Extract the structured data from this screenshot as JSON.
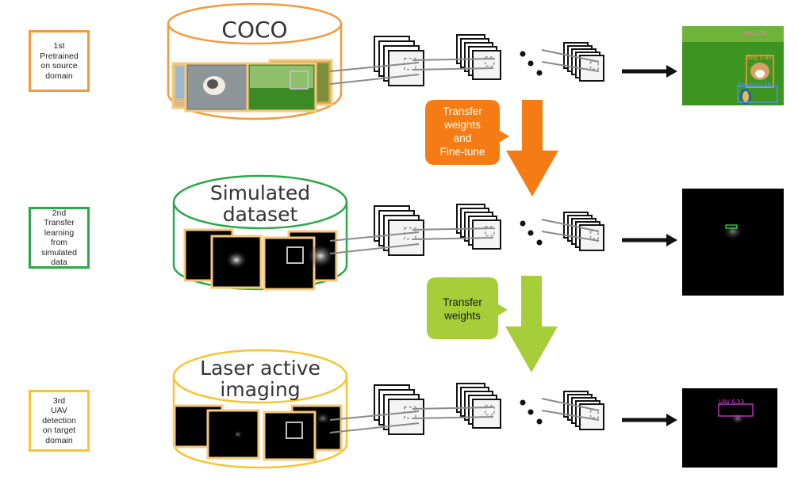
{
  "stages": [
    {
      "label": "1st\nPretrained\non source\ndomain",
      "color": "#f39a3c"
    },
    {
      "label": "2nd\nTransfer\nlearning\nfrom\nsimulated\ndata",
      "color": "#2aa84a"
    },
    {
      "label": "3rd\nUAV\ndetection\non target\ndomain",
      "color": "#f7c530"
    }
  ],
  "datasets": [
    {
      "title": "COCO"
    },
    {
      "title": "Simulated\ndataset"
    },
    {
      "title": "Laser active\nimaging"
    }
  ],
  "transfers": [
    {
      "label": "Transfer\nweights\nand\nFine-tune",
      "color": "#f57c14",
      "text_color": "#ffffff"
    },
    {
      "label": "Transfer\nweights",
      "color": "#a6ce38",
      "text_color": "#1a1a1a"
    }
  ],
  "outputs": [
    {
      "detections": [
        {
          "label": "cat 0.72",
          "color": "#ff6fcf"
        },
        {
          "label": "dog 0.65",
          "color": "#ff9a3c"
        },
        {
          "label": "frisbee 0.89",
          "color": "#4a90ff"
        }
      ]
    },
    {
      "detections": []
    },
    {
      "detections": [
        {
          "label": "UAV 0.53",
          "color": "#e040e0"
        }
      ]
    }
  ],
  "colors": {
    "stroke": "#111111",
    "connector": "#8a8a8a",
    "grass": "#3f9a1f",
    "sky": "#b9d7e8"
  }
}
